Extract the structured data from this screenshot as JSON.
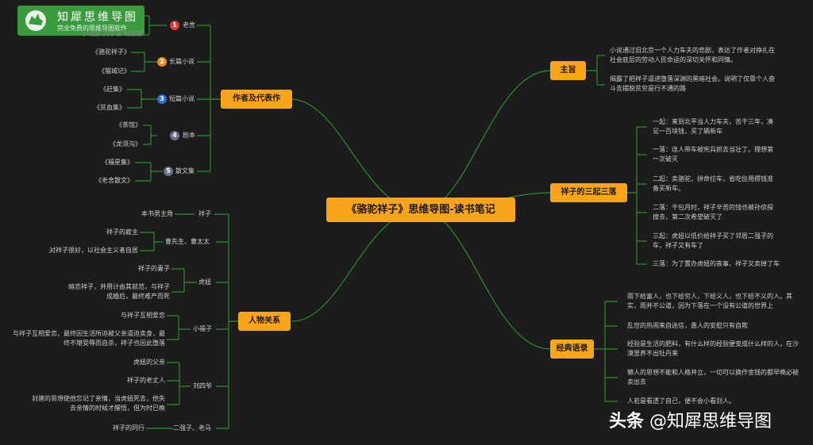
{
  "logo": {
    "title": "知犀思维导图",
    "subtitle": "完全免费的思维导图软件"
  },
  "center_title": "《骆驼祥子》思维导图-读书笔记",
  "left": {
    "author": {
      "label": "作者及代表作",
      "groups": [
        {
          "num": "1",
          "name": "老舍",
          "color": "#e5353d",
          "items": [
            "小说家 文学家 戏剧家"
          ]
        },
        {
          "num": "2",
          "name": "长篇小说",
          "color": "#f08a24",
          "items": [
            "《骆驼祥子》",
            "《猫城记》"
          ]
        },
        {
          "num": "3",
          "name": "短篇小说",
          "color": "#2f6fd6",
          "items": [
            "《赶集》",
            "《贫血集》"
          ]
        },
        {
          "num": "4",
          "name": "剧本",
          "color": "#6a6f8a",
          "items": [
            "《茶馆》",
            "《龙须沟》"
          ]
        },
        {
          "num": "5",
          "name": "散文集",
          "color": "#6a6f8a",
          "items": [
            "《福星集》",
            "《老舍散文》"
          ]
        }
      ]
    },
    "people": {
      "label": "人物关系",
      "groups": [
        {
          "name": "祥子",
          "items": [
            "本书男主角"
          ]
        },
        {
          "name": "曹先生、曹太太",
          "items": [
            "祥子的雇主",
            "对祥子很好，以社会主义者自居"
          ]
        },
        {
          "name": "虎妞",
          "items": [
            "祥子的妻子",
            "暗恋祥子，并用计由其就范，与祥子成婚后，最终难产而死"
          ]
        },
        {
          "name": "小福子",
          "items": [
            "与祥子互相爱恋",
            "与祥子互相爱恋，最终因生活所迫被父亲逼迫卖身，最终不堪受辱而自杀，祥子也因此堕落"
          ]
        },
        {
          "name": "刘四爷",
          "items": [
            "虎妞的父亲",
            "祥子的老丈人",
            "封建的思想使他忘记了亲情，当虎妞死去，他失去亲情的时候才醒悟，但为时已晚"
          ]
        },
        {
          "name": "二强子、老马",
          "items": [
            "祥子的同行"
          ]
        }
      ]
    }
  },
  "right": {
    "theme": {
      "label": "主旨",
      "items": [
        "小说通过旧北京一个人力车夫的悲剧，表达了作者对挣扎在社会底层的劳动人民命运的深切关怀和同情。",
        "揭露了把祥子逼进堕落深渊的黑暗社会。说明了仅靠个人奋斗去摆脱贫穷是行不通的路"
      ]
    },
    "plot": {
      "label": "祥子的三起三落",
      "items": [
        "一起：来到北平当人力车夫，苦干三年，凑足一百块钱，买了辆新车",
        "一落：连人带车被宪兵抓去当壮丁。理想第一次破灭",
        "二起：卖骆驼，拼命拉车，省吃俭用攒钱准备买新车。",
        "二落：干包月时，祥子辛苦的钱也被孙侦探搜去，第二次希望破灭了",
        "三起：虎妞以低价给祥子买了邻居二强子的车，祥子又有车了",
        "三落：为了置办虎妞的丧事，祥子又卖掉了车"
      ]
    },
    "quotes": {
      "label": "经典语录",
      "items": [
        "雨下给富人，也下给穷人，下给义人，也下给不义的人。其实，雨并不公道，因为下落在一个没有公道的世界上",
        "乱世的热闹来自迷信，愚人的安慰只有自欺",
        "经验是生活的肥料，有什么样的经验便变成什么样的人，在沙漠里养不出牡丹来",
        "懒人的思想不能和人格并立，一切可以换作金钱的都早晚必被卖出去",
        "人若是看透了自己，便不会小看别人。"
      ]
    }
  },
  "watermark": {
    "brand": "头条",
    "handle": "@知犀思维导图"
  },
  "colors": {
    "background": "#1c1c1c",
    "node": "#f9a51a",
    "line": "#2e8b2e",
    "logo": "#3a9a3e"
  }
}
